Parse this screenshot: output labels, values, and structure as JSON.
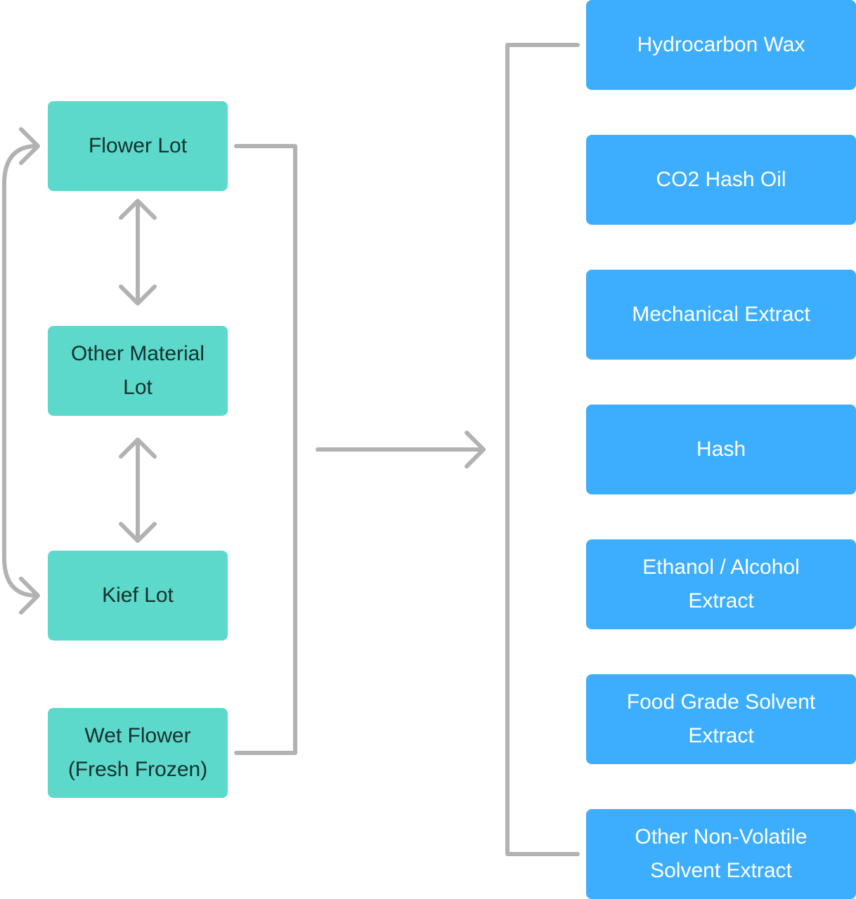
{
  "colors": {
    "source_fill": "#5cd9cb",
    "source_text": "#16302d",
    "output_fill": "#3daefe",
    "output_text": "#ffffff",
    "connector": "#b2b2b2"
  },
  "sources": [
    {
      "label": "Flower Lot"
    },
    {
      "label": "Other Material Lot"
    },
    {
      "label": "Kief Lot"
    },
    {
      "label": "Wet Flower (Fresh Frozen)"
    }
  ],
  "outputs": [
    {
      "label": "Hydrocarbon Wax"
    },
    {
      "label": "CO2 Hash Oil"
    },
    {
      "label": "Mechanical Extract"
    },
    {
      "label": "Hash"
    },
    {
      "label": "Ethanol / Alcohol Extract"
    },
    {
      "label": "Food Grade Solvent Extract"
    },
    {
      "label": "Other Non-Volatile Solvent Extract"
    }
  ]
}
